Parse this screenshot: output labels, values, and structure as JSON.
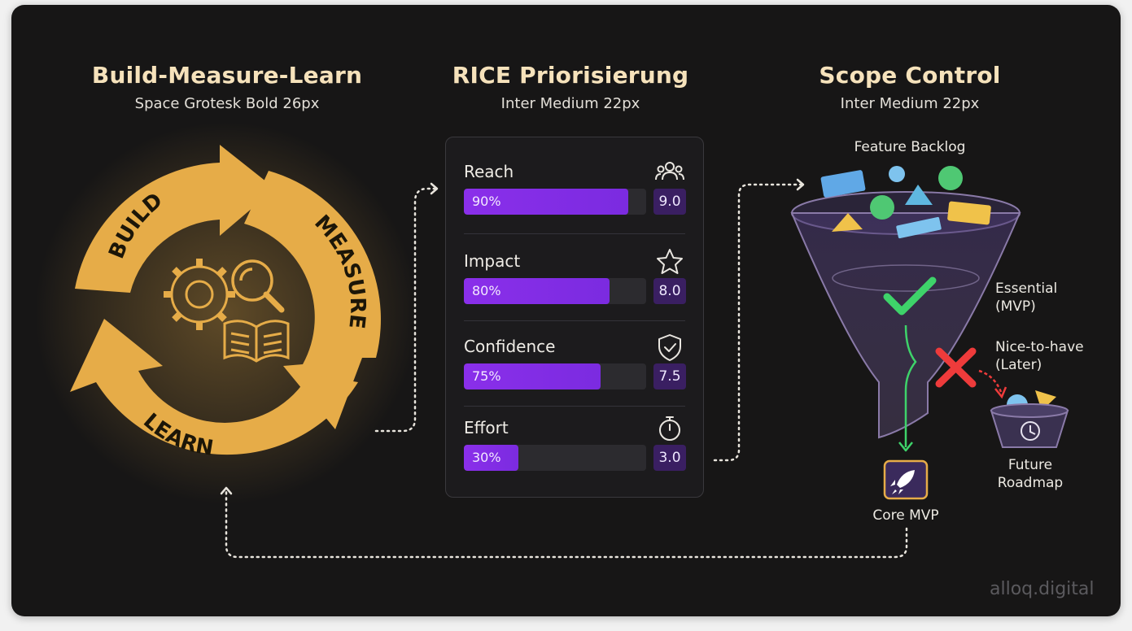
{
  "sections": {
    "build_measure_learn": {
      "title": "Build-Measure-Learn",
      "subtitle": "Space Grotesk Bold 26px",
      "cycle_labels": [
        "BUILD",
        "MEASURE",
        "LEARN"
      ],
      "center_icons": [
        "gear-icon",
        "magnifier-icon",
        "open-book-icon"
      ],
      "arrow_color": "#e6ac48"
    },
    "rice": {
      "title": "RICE Priorisierung",
      "subtitle": "Inter Medium 22px",
      "rows": [
        {
          "name": "Reach",
          "percent_label": "90%",
          "fill": 0.9,
          "score": "9.0",
          "icon": "users-icon"
        },
        {
          "name": "Impact",
          "percent_label": "80%",
          "fill": 0.8,
          "score": "8.0",
          "icon": "star-icon"
        },
        {
          "name": "Confidence",
          "percent_label": "75%",
          "fill": 0.75,
          "score": "7.5",
          "icon": "shield-check-icon"
        },
        {
          "name": "Effort",
          "percent_label": "30%",
          "fill": 0.3,
          "score": "3.0",
          "icon": "stopwatch-icon"
        }
      ],
      "bar_color": "#8a2fea"
    },
    "scope_control": {
      "title": "Scope Control",
      "subtitle": "Inter Medium 22px",
      "backlog_label": "Feature Backlog",
      "essential_label": [
        "Essential",
        "(MVP)"
      ],
      "nice_label": [
        "Nice-to-have",
        "(Later)"
      ],
      "roadmap_label": [
        "Future",
        "Roadmap"
      ],
      "mvp_label": "Core MVP",
      "icons": [
        "funnel-icon",
        "check-icon",
        "cross-icon",
        "rocket-icon",
        "clock-icon"
      ]
    }
  },
  "watermark": "alloq.digital",
  "colors": {
    "background": "#171616",
    "accent_gold": "#e6ac48",
    "accent_purple": "#8a2fea",
    "check_green": "#3ed36a",
    "cross_red": "#ee3b3b"
  }
}
